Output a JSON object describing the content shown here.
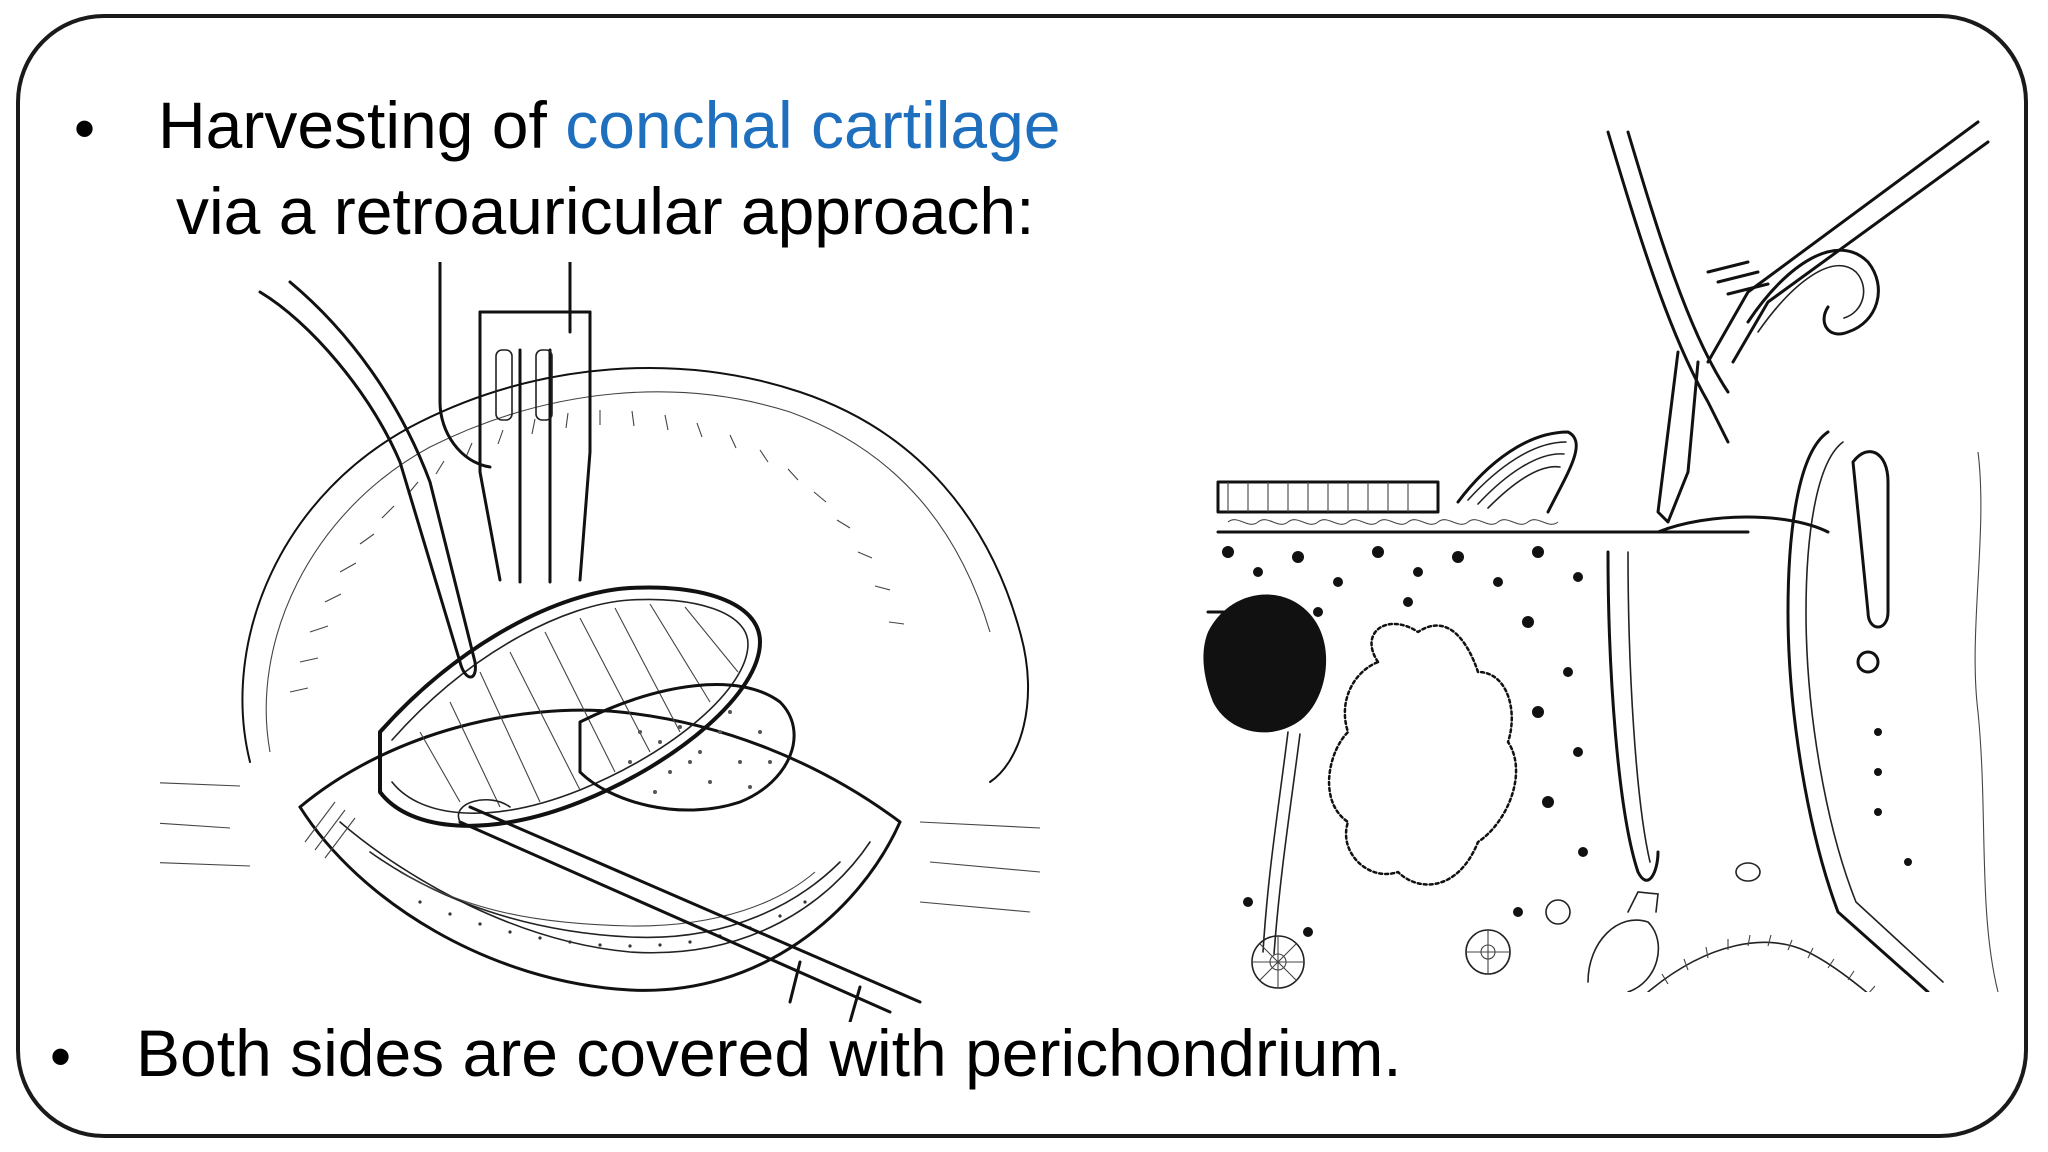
{
  "slide": {
    "bullet_1": {
      "prefix": "Harvesting of ",
      "highlight": "conchal cartilage",
      "line_2": "via a retroauricular approach:"
    },
    "bullet_2": {
      "text": "Both sides are covered with perichondrium."
    },
    "bullet_symbol": "•",
    "colors": {
      "highlight": "#1f6fbf",
      "text": "#000000",
      "border": "#1a1a1a"
    }
  }
}
